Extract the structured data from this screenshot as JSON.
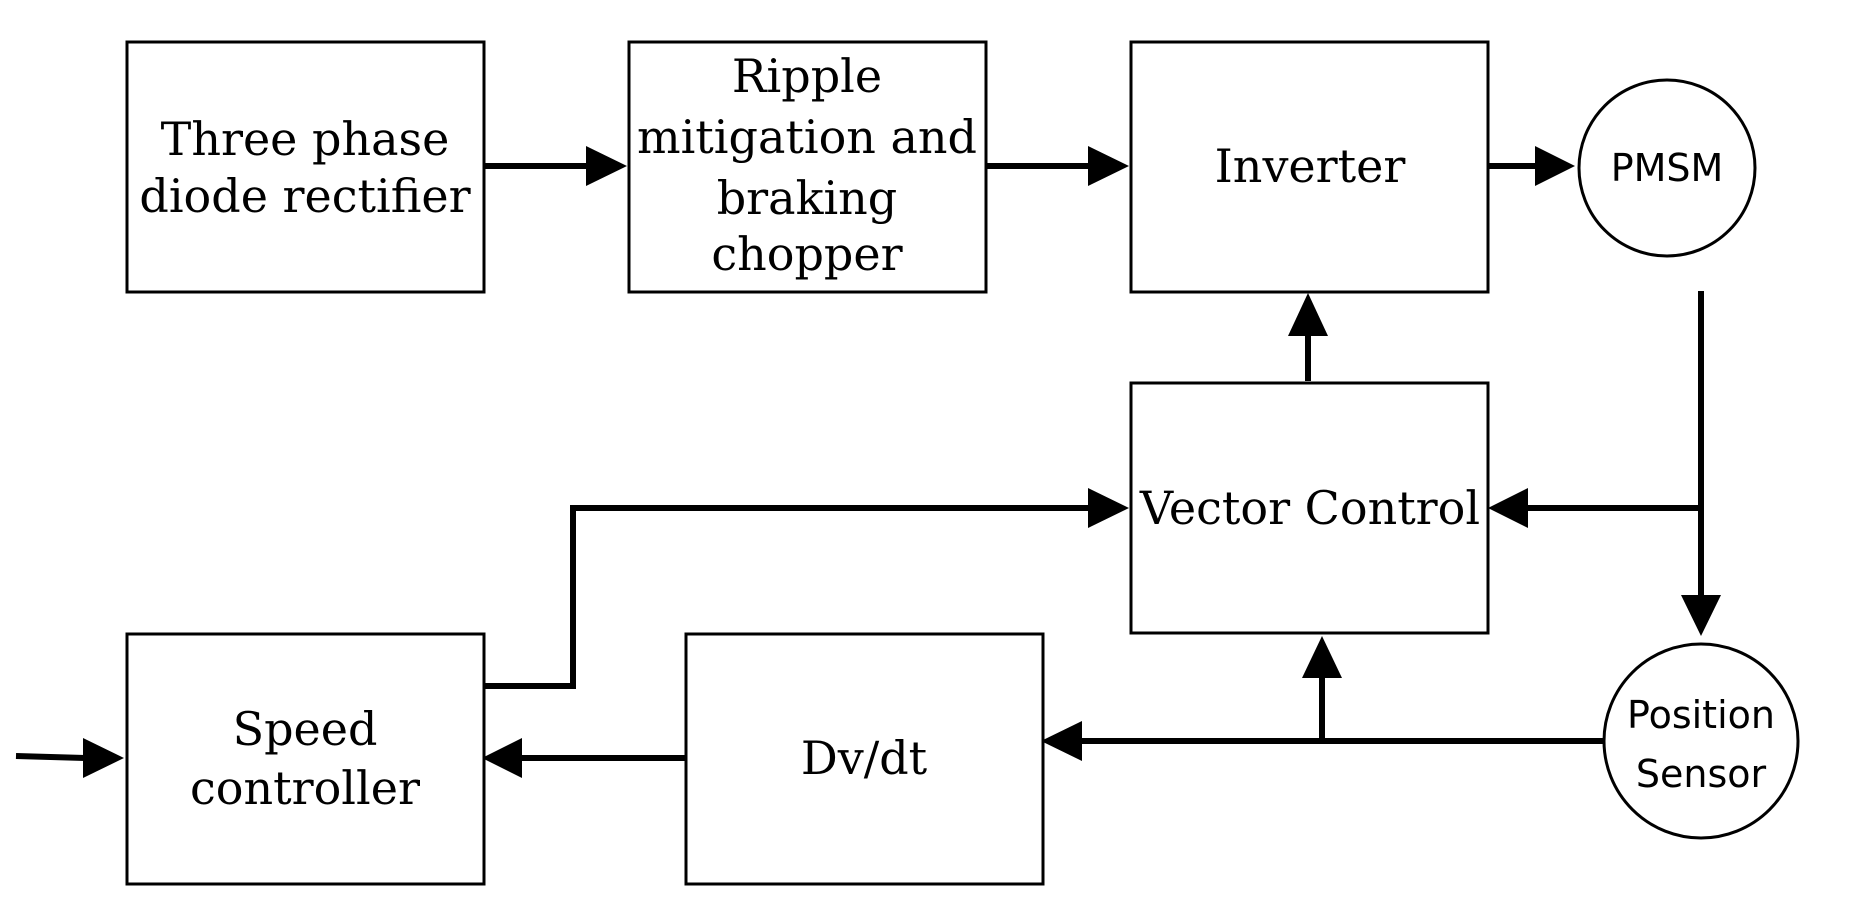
{
  "blocks": {
    "rectifier": {
      "line1": "Three phase",
      "line2": "diode rectifier"
    },
    "ripple": {
      "line1": "Ripple",
      "line2": "mitigation and",
      "line3": "braking",
      "line4": "chopper"
    },
    "inverter": {
      "label": "Inverter"
    },
    "pmsm": {
      "label": "PMSM"
    },
    "vector_control": {
      "label": "Vector Control"
    },
    "speed_controller": {
      "line1": "Speed",
      "line2": "controller"
    },
    "dvdt": {
      "label": "Dv/dt"
    },
    "position_sensor": {
      "line1": "Position",
      "line2": "Sensor"
    }
  }
}
